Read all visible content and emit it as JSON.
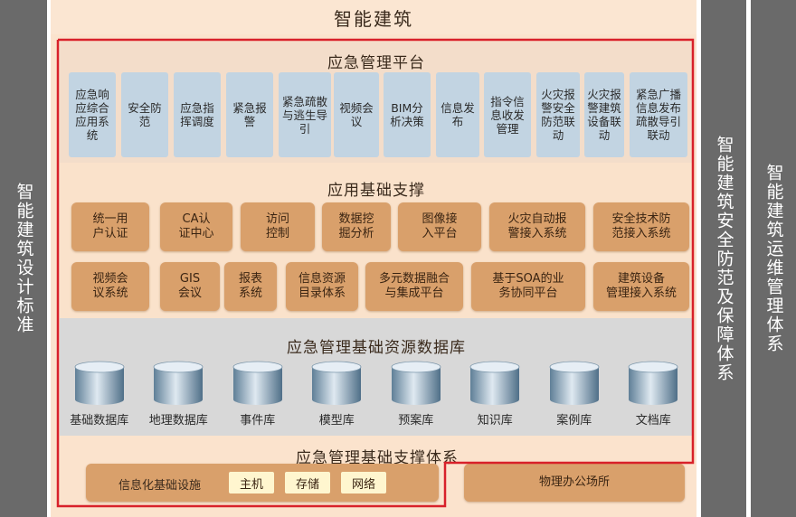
{
  "side_left": "智能建筑设计标准",
  "side_right_1": "智能建筑安全防范及保障体系",
  "side_right_2": "智能建筑运维管理体系",
  "title": "智能建筑",
  "platform": {
    "title": "应急管理平台",
    "items": [
      "应急响应综合应用系统",
      "安全防范",
      "应急指挥调度",
      "紧急报警",
      "紧急疏散与逃生导引",
      "视频会议",
      "BIM分析决策",
      "信息发布",
      "指令信息收发管理",
      "火灾报警安全防范联动",
      "火灾报警建筑设备联动",
      "紧急广播信息发布疏散导引联动"
    ]
  },
  "support": {
    "title": "应用基础支撑",
    "row1": [
      "统一用\n户认证",
      "CA认\n证中心",
      "访问\n控制",
      "数据挖\n掘分析",
      "图像接\n入平台",
      "火灾自动报\n警接入系统",
      "安全技术防\n范接入系统"
    ],
    "row2": [
      "视频会\n议系统",
      "GIS\n会议",
      "报表\n系统",
      "信息资源\n目录体系",
      "多元数据融合\n与集成平台",
      "基于SOA的业\n务协同平台",
      "建筑设备\n管理接入系统"
    ]
  },
  "database": {
    "title": "应急管理基础资源数据库",
    "items": [
      "基础数据库",
      "地理数据库",
      "事件库",
      "模型库",
      "预案库",
      "知识库",
      "案例库",
      "文档库"
    ]
  },
  "system": {
    "title": "应急管理基础支撑体系",
    "infra_label": "信息化基础设施",
    "chips": [
      "主机",
      "存储",
      "网络"
    ],
    "office": "物理办公场所"
  },
  "colors": {
    "frame": "#d8212a",
    "sidebar": "#6a6a6a",
    "card_blue": "#c2d4e2",
    "card_tan": "#d9a06b"
  }
}
